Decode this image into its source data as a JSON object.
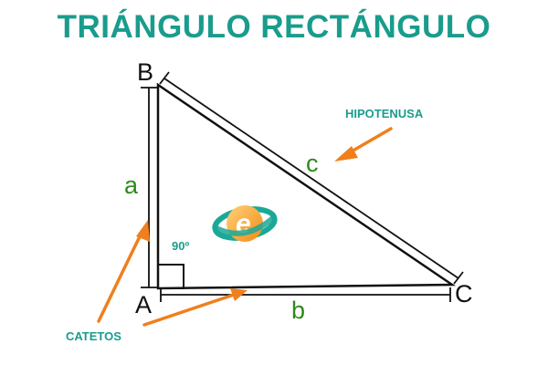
{
  "title": "TRIÁNGULO RECTÁNGULO",
  "vertices": {
    "a": "A",
    "b": "B",
    "c": "C"
  },
  "sides": {
    "leg_vertical": "a",
    "leg_horizontal": "b",
    "hypotenuse": "c"
  },
  "labels": {
    "hypotenuse_note": "HIPOTENUSA",
    "legs_note": "CATETOS",
    "right_angle": "90º"
  },
  "colors": {
    "title": "#1a9c8c",
    "side_labels": "#2d8a1e",
    "notes": "#1a9c8c",
    "arrows": "#f07f1d",
    "triangle": "#111111",
    "logo_orange": "#f39a2b",
    "logo_teal": "#1aa898"
  },
  "logo": {
    "icon": "e-logo-icon"
  }
}
